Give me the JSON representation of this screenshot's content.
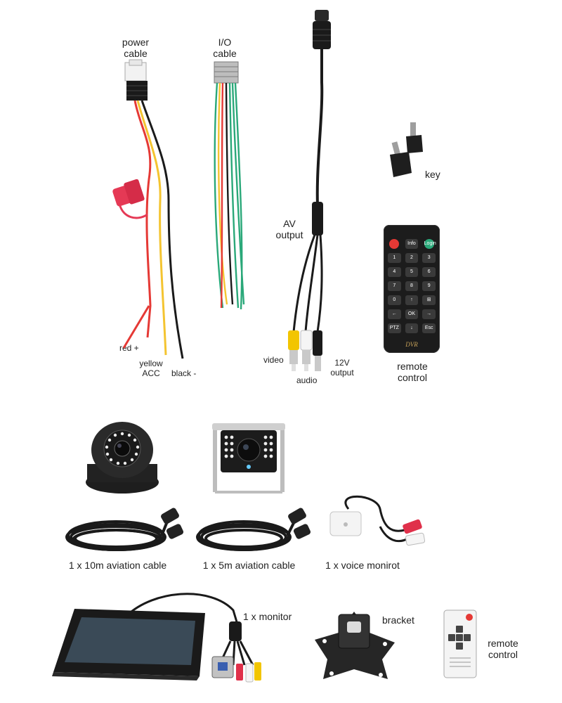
{
  "labels": {
    "power_cable": [
      "power",
      "cable"
    ],
    "io_cable": [
      "I/O",
      "cable"
    ],
    "av_output": [
      "AV",
      "output"
    ],
    "key": "key",
    "remote_control_1": [
      "remote",
      "control"
    ],
    "red_plus": "red +",
    "yellow_acc": [
      "yellow",
      "ACC"
    ],
    "black_minus": "black -",
    "video": "video",
    "audio": "audio",
    "output_12v": [
      "12V",
      "output"
    ],
    "aviation_10m": "1 x 10m aviation cable",
    "aviation_5m": "1 x 5m aviation cable",
    "voice_monitor": "1 x voice monirot",
    "monitor": "1 x monitor",
    "bracket": "bracket",
    "remote_control_2": [
      "remote",
      "control"
    ]
  },
  "remote": {
    "brand": "DVR",
    "keys": [
      [
        "",
        "Info",
        "Login"
      ],
      [
        "1",
        "2",
        "3"
      ],
      [
        "4",
        "5",
        "6"
      ],
      [
        "7",
        "8",
        "9"
      ],
      [
        "0",
        "↑",
        "⊞"
      ],
      [
        "←",
        "OK",
        "→"
      ],
      [
        "PTZ",
        "↓",
        "Esc"
      ]
    ]
  },
  "colors": {
    "cable_red": "#e53935",
    "cable_yellow": "#f4c430",
    "cable_black": "#1a1a1a",
    "cable_green": "#2aa879",
    "rca_yellow": "#f2c500",
    "rca_white": "#f5f5f5",
    "rca_red": "#e0304a",
    "remote_body": "#1c1c1c",
    "monitor_screen": "#3a4a57"
  }
}
